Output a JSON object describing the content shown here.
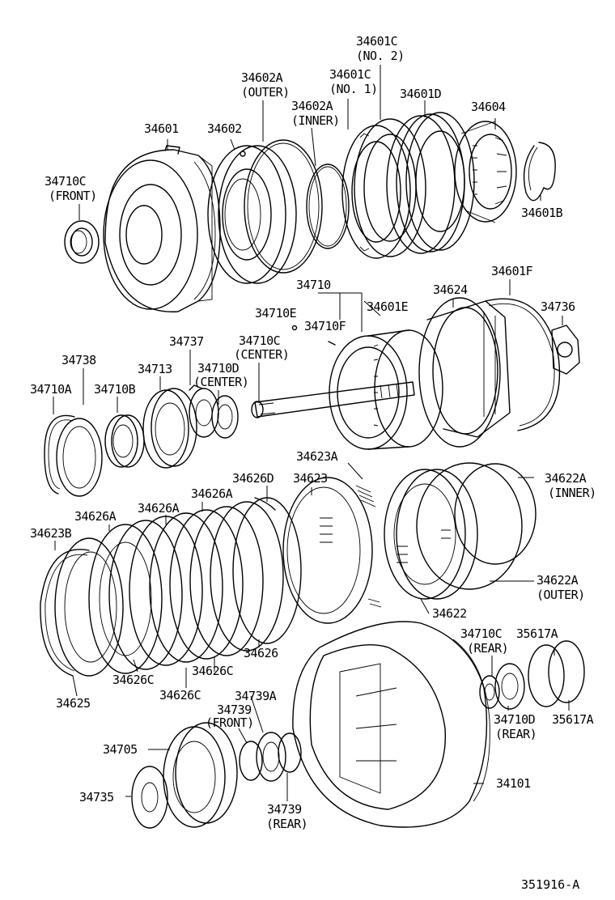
{
  "figure_ref": "351916-A",
  "labels": {
    "p34601": "34601",
    "p34602": "34602",
    "p34602A_outer": "34602A",
    "p34602A_outer_q": "(OUTER)",
    "p34602A_inner": "34602A",
    "p34602A_inner_q": "(INNER)",
    "p34601C_no2": "34601C",
    "p34601C_no2_q": "(NO. 2)",
    "p34601C_no1": "34601C",
    "p34601C_no1_q": "(NO. 1)",
    "p34601D": "34601D",
    "p34604": "34604",
    "p34601B": "34601B",
    "p34710C_front": "34710C",
    "p34710C_front_q": "(FRONT)",
    "p34710": "34710",
    "p34710E": "34710E",
    "p34710F": "34710F",
    "p34601E": "34601E",
    "p34624": "34624",
    "p34601F": "34601F",
    "p34736": "34736",
    "p34737": "34737",
    "p34710C_center": "34710C",
    "p34710C_center_q": "(CENTER)",
    "p34738": "34738",
    "p34713": "34713",
    "p34710D_center": "34710D",
    "p34710D_center_q": "(CENTER)",
    "p34710A": "34710A",
    "p34710B": "34710B",
    "p34623A": "34623A",
    "p34626D": "34626D",
    "p34623": "34623",
    "p34622A_inner": "34622A",
    "p34622A_inner_q": "(INNER)",
    "p34626A_1": "34626A",
    "p34626A_2": "34626A",
    "p34626A_3": "34626A",
    "p34623B": "34623B",
    "p34622A_outer": "34622A",
    "p34622A_outer_q": "(OUTER)",
    "p34622": "34622",
    "p34710C_rear": "34710C",
    "p34710C_rear_q": "(REAR)",
    "p35617A_1": "35617A",
    "p35617A_2": "35617A",
    "p34626": "34626",
    "p34626C_1": "34626C",
    "p34626C_2": "34626C",
    "p34626C_3": "34626C",
    "p34625": "34625",
    "p34739A": "34739A",
    "p34739_front": "34739",
    "p34739_front_q": "(FRONT)",
    "p34710D_rear": "34710D",
    "p34710D_rear_q": "(REAR)",
    "p34705": "34705",
    "p34101": "34101",
    "p34735": "34735",
    "p34739_rear": "34739",
    "p34739_rear_q": "(REAR)"
  }
}
